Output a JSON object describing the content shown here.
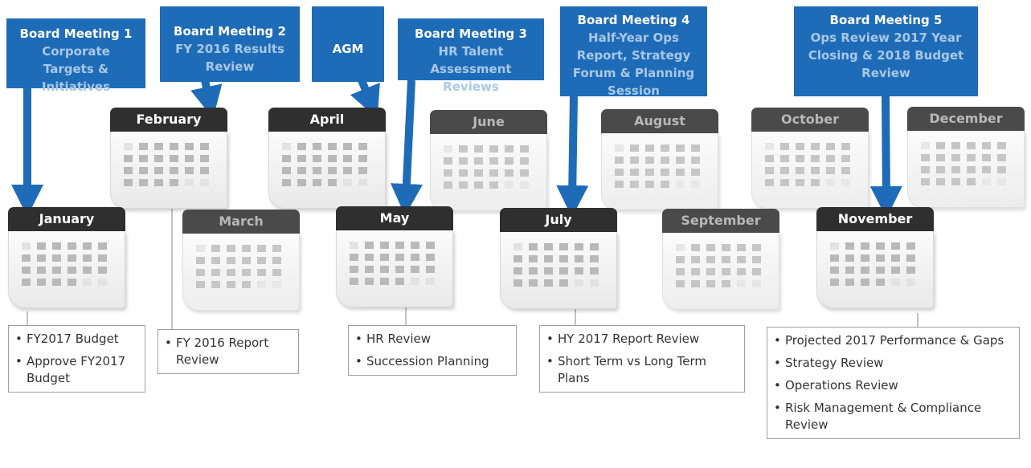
{
  "meetings": [
    {
      "title": "Board Meeting 1",
      "subtitle": "Corporate Targets & Initiatives"
    },
    {
      "title": "Board Meeting 2",
      "subtitle": "FY 2016 Results Review"
    },
    {
      "title": "AGM",
      "subtitle": ""
    },
    {
      "title": "Board Meeting 3",
      "subtitle": "HR Talent Assessment Reviews"
    },
    {
      "title": "Board Meeting 4",
      "subtitle": "Half-Year Ops Report, Strategy Forum & Planning Session"
    },
    {
      "title": "Board Meeting 5",
      "subtitle": "Ops Review 2017 Year Closing & 2018 Budget Review"
    }
  ],
  "months": [
    "January",
    "February",
    "March",
    "April",
    "May",
    "June",
    "July",
    "August",
    "September",
    "October",
    "November",
    "December"
  ],
  "notes": [
    {
      "items": [
        "FY2017 Budget",
        "Approve FY2017 Budget"
      ]
    },
    {
      "items": [
        "FY 2016 Report Review"
      ]
    },
    {
      "items": [
        "HR Review",
        "Succession Planning"
      ]
    },
    {
      "items": [
        "HY 2017 Report Review",
        "Short Term vs Long Term Plans"
      ]
    },
    {
      "items": [
        "Projected 2017 Performance & Gaps",
        "Strategy Review",
        "Operations Review",
        "Risk Management & Compliance Review"
      ]
    }
  ],
  "colors": {
    "callout": "#1e6bb8",
    "callout_subtitle": "#a8c8e6",
    "calendar_header": "#2f2f2f"
  }
}
